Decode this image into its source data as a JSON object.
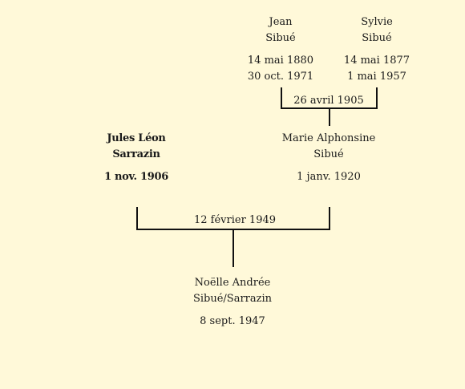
{
  "persons": {
    "jean": {
      "first": "Jean",
      "last": "Sibué",
      "born": "14 mai 1880",
      "died": "30 oct. 1971"
    },
    "sylvie": {
      "first": "Sylvie",
      "last": "Sibué",
      "born": "14 mai 1877",
      "died": "1 mai 1957"
    },
    "jules": {
      "first": "Jules Léon",
      "last": "Sarrazin",
      "born": "1 nov. 1906"
    },
    "marie": {
      "first": "Marie Alphonsine",
      "last": "Sibué",
      "born": "1 janv. 1920"
    },
    "noelle": {
      "first": "Noëlle Andrée",
      "last": "Sibué/Sarrazin",
      "born": "8 sept. 1947"
    }
  },
  "marriages": {
    "jean_sylvie": "26 avril 1905",
    "jules_marie": "12 février 1949"
  },
  "colors": {
    "background": "#fff9d9",
    "lines": "#111111"
  }
}
